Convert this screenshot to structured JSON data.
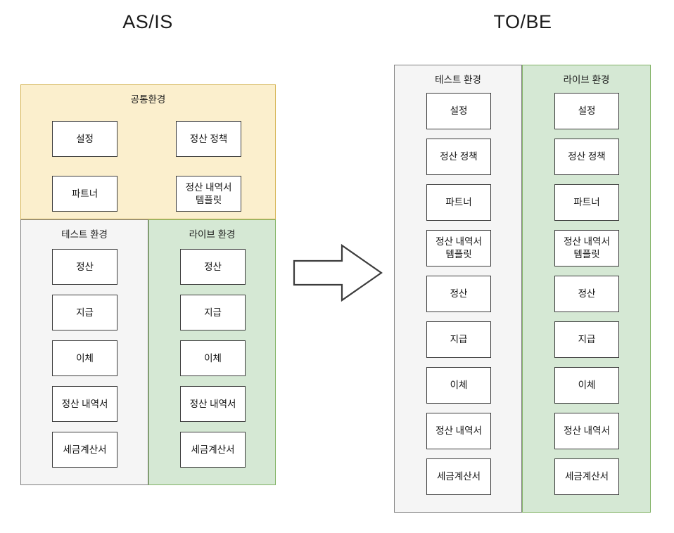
{
  "diagram": {
    "type": "architecture-comparison",
    "sections": [
      {
        "id": "asis",
        "title": "AS/IS",
        "panels": [
          {
            "id": "asis-common",
            "label": "공통환경",
            "theme": "common",
            "layout": "two-column",
            "nodes": [
              {
                "label": "설정"
              },
              {
                "label": "정산 정책"
              },
              {
                "label": "파트너"
              },
              {
                "label": "정산 내역서\n템플릿"
              }
            ]
          },
          {
            "id": "asis-test",
            "label": "테스트 환경",
            "theme": "test",
            "layout": "single-column",
            "nodes": [
              {
                "label": "정산"
              },
              {
                "label": "지급"
              },
              {
                "label": "이체"
              },
              {
                "label": "정산 내역서"
              },
              {
                "label": "세금계산서"
              }
            ]
          },
          {
            "id": "asis-live",
            "label": "라이브 환경",
            "theme": "live",
            "layout": "single-column",
            "nodes": [
              {
                "label": "정산"
              },
              {
                "label": "지급"
              },
              {
                "label": "이체"
              },
              {
                "label": "정산 내역서"
              },
              {
                "label": "세금계산서"
              }
            ]
          }
        ]
      },
      {
        "id": "tobe",
        "title": "TO/BE",
        "panels": [
          {
            "id": "tobe-test",
            "label": "테스트 환경",
            "theme": "test",
            "layout": "single-column",
            "nodes": [
              {
                "label": "설정"
              },
              {
                "label": "정산 정책"
              },
              {
                "label": "파트너"
              },
              {
                "label": "정산 내역서\n템플릿"
              },
              {
                "label": "정산"
              },
              {
                "label": "지급"
              },
              {
                "label": "이체"
              },
              {
                "label": "정산 내역서"
              },
              {
                "label": "세금계산서"
              }
            ]
          },
          {
            "id": "tobe-live",
            "label": "라이브 환경",
            "theme": "live",
            "layout": "single-column",
            "nodes": [
              {
                "label": "설정"
              },
              {
                "label": "정산 정책"
              },
              {
                "label": "파트너"
              },
              {
                "label": "정산 내역서\n템플릿"
              },
              {
                "label": "정산"
              },
              {
                "label": "지급"
              },
              {
                "label": "이체"
              },
              {
                "label": "정산 내역서"
              },
              {
                "label": "세금계산서"
              }
            ]
          }
        ]
      }
    ],
    "connector": {
      "icon": "right-arrow-icon"
    },
    "colors": {
      "common_fill": "#fbefcd",
      "common_stroke": "#d6b656",
      "test_fill": "#f5f5f5",
      "test_stroke": "#808080",
      "live_fill": "#d5e8d4",
      "live_stroke": "#82b366",
      "node_fill": "#ffffff",
      "node_stroke": "#3c3c3c",
      "text": "#111111",
      "background": "#ffffff"
    }
  }
}
